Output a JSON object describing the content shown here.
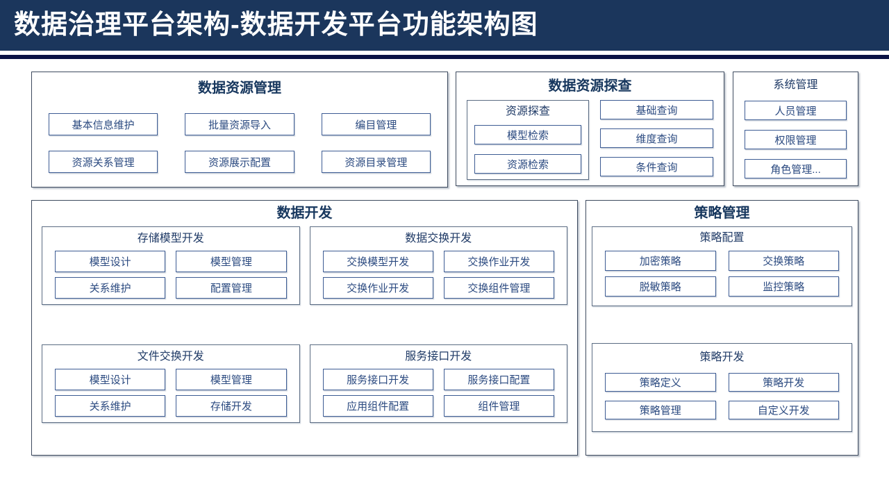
{
  "header": {
    "title": "数据治理平台架构-数据开发平台功能架构图"
  },
  "colors": {
    "header_bg": "#1b365c",
    "header_rule": "#0a1244",
    "section_border": "#3d4a5e",
    "subbox_border": "#5a6b82",
    "item_border": "#3c5b93",
    "title_text": "#17375e",
    "item_text": "#2b4a80",
    "header_text": "#ffffff"
  },
  "sections": {
    "resource_mgmt": {
      "title": "数据资源管理",
      "items": [
        "基本信息维护",
        "批量资源导入",
        "编目管理",
        "资源关系管理",
        "资源展示配置",
        "资源目录管理"
      ]
    },
    "resource_explore": {
      "title": "数据资源探查",
      "subbox": {
        "title": "资源探查",
        "items": [
          "模型检索",
          "资源检索"
        ]
      },
      "right_items": [
        "基础查询",
        "维度查询",
        "条件查询"
      ]
    },
    "system_mgmt": {
      "title": "系统管理",
      "items": [
        "人员管理",
        "权限管理",
        "角色管理..."
      ]
    },
    "data_dev": {
      "title": "数据开发",
      "subboxes": [
        {
          "title": "存储模型开发",
          "items": [
            "模型设计",
            "模型管理",
            "关系维护",
            "配置管理"
          ]
        },
        {
          "title": "数据交换开发",
          "items": [
            "交换模型开发",
            "交换作业开发",
            "交换作业开发",
            "交换组件管理"
          ]
        },
        {
          "title": "文件交换开发",
          "items": [
            "模型设计",
            "模型管理",
            "关系维护",
            "存储开发"
          ]
        },
        {
          "title": "服务接口开发",
          "items": [
            "服务接口开发",
            "服务接口配置",
            "应用组件配置",
            "组件管理"
          ]
        }
      ]
    },
    "policy_mgmt": {
      "title": "策略管理",
      "subboxes": [
        {
          "title": "策略配置",
          "items": [
            "加密策略",
            "交换策略",
            "脱敏策略",
            "监控策略"
          ]
        },
        {
          "title": "策略开发",
          "items": [
            "策略定义",
            "策略开发",
            "策略管理",
            "自定义开发"
          ]
        }
      ]
    }
  }
}
